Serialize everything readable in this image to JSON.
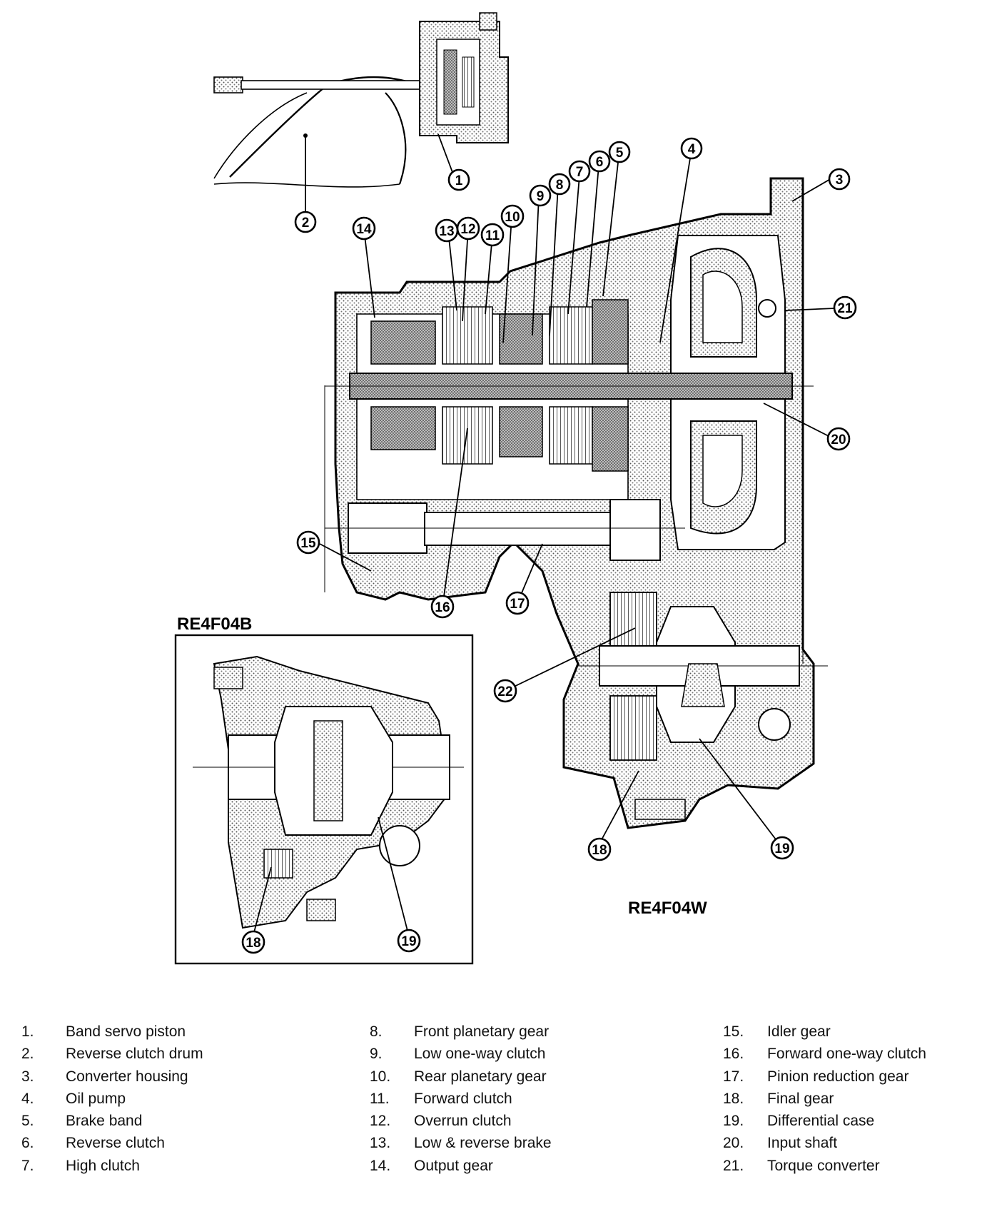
{
  "models": {
    "main": "RE4F04W",
    "inset": "RE4F04B"
  },
  "callouts": {
    "c1": "1",
    "c2": "2",
    "c3": "3",
    "c4": "4",
    "c5": "5",
    "c6": "6",
    "c7": "7",
    "c8": "8",
    "c9": "9",
    "c10": "10",
    "c11": "11",
    "c12": "12",
    "c13": "13",
    "c14": "14",
    "c15": "15",
    "c16": "16",
    "c17": "17",
    "c18": "18",
    "c19": "19",
    "c20": "20",
    "c21": "21",
    "c22": "22",
    "c18b": "18",
    "c19b": "19"
  },
  "legend": {
    "col1": [
      {
        "num": "1.",
        "text": "Band servo piston"
      },
      {
        "num": "2.",
        "text": "Reverse clutch drum"
      },
      {
        "num": "3.",
        "text": "Converter housing"
      },
      {
        "num": "4.",
        "text": "Oil pump"
      },
      {
        "num": "5.",
        "text": "Brake band"
      },
      {
        "num": "6.",
        "text": "Reverse clutch"
      },
      {
        "num": "7.",
        "text": "High clutch"
      }
    ],
    "col2": [
      {
        "num": "8.",
        "text": "Front planetary gear"
      },
      {
        "num": "9.",
        "text": "Low one-way clutch"
      },
      {
        "num": "10.",
        "text": "Rear planetary gear"
      },
      {
        "num": "11.",
        "text": "Forward clutch"
      },
      {
        "num": "12.",
        "text": "Overrun clutch"
      },
      {
        "num": "13.",
        "text": "Low & reverse brake"
      },
      {
        "num": "14.",
        "text": "Output gear"
      }
    ],
    "col3": [
      {
        "num": "15.",
        "text": "Idler gear"
      },
      {
        "num": "16.",
        "text": "Forward one-way clutch"
      },
      {
        "num": "17.",
        "text": "Pinion reduction gear"
      },
      {
        "num": "18.",
        "text": "Final gear"
      },
      {
        "num": "19.",
        "text": "Differential case"
      },
      {
        "num": "20.",
        "text": "Input shaft"
      },
      {
        "num": "21.",
        "text": "Torque converter"
      }
    ]
  }
}
